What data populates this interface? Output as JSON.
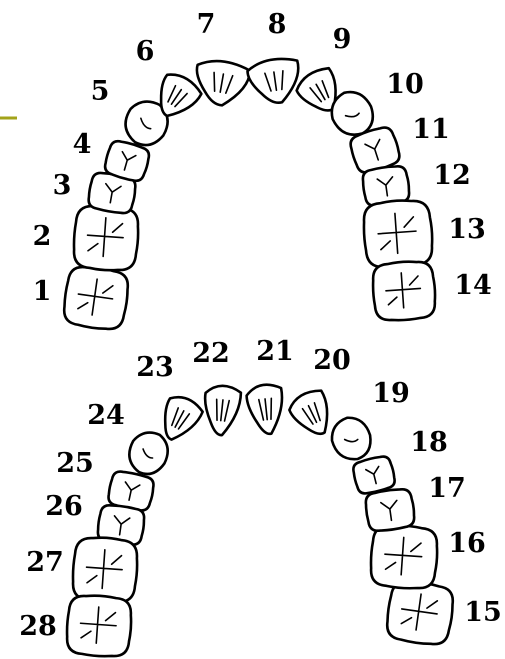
{
  "colors": {
    "accent_bar": "#a3a31a",
    "line": "#000000",
    "background": "#ffffff"
  },
  "upper_arch": {
    "teeth": [
      {
        "number": "1",
        "kind": "molar"
      },
      {
        "number": "2",
        "kind": "molar"
      },
      {
        "number": "3",
        "kind": "premolar"
      },
      {
        "number": "4",
        "kind": "premolar"
      },
      {
        "number": "5",
        "kind": "canine"
      },
      {
        "number": "6",
        "kind": "incisor"
      },
      {
        "number": "7",
        "kind": "incisor"
      },
      {
        "number": "8",
        "kind": "incisor"
      },
      {
        "number": "9",
        "kind": "incisor"
      },
      {
        "number": "10",
        "kind": "canine"
      },
      {
        "number": "11",
        "kind": "premolar"
      },
      {
        "number": "12",
        "kind": "premolar"
      },
      {
        "number": "13",
        "kind": "molar"
      },
      {
        "number": "14",
        "kind": "molar"
      }
    ]
  },
  "lower_arch": {
    "teeth": [
      {
        "number": "15",
        "kind": "molar"
      },
      {
        "number": "16",
        "kind": "molar"
      },
      {
        "number": "17",
        "kind": "premolar"
      },
      {
        "number": "18",
        "kind": "premolar"
      },
      {
        "number": "19",
        "kind": "canine"
      },
      {
        "number": "20",
        "kind": "incisor"
      },
      {
        "number": "21",
        "kind": "incisor"
      },
      {
        "number": "22",
        "kind": "incisor"
      },
      {
        "number": "23",
        "kind": "incisor"
      },
      {
        "number": "24",
        "kind": "canine"
      },
      {
        "number": "25",
        "kind": "premolar"
      },
      {
        "number": "26",
        "kind": "premolar"
      },
      {
        "number": "27",
        "kind": "molar"
      },
      {
        "number": "28",
        "kind": "molar"
      }
    ]
  }
}
